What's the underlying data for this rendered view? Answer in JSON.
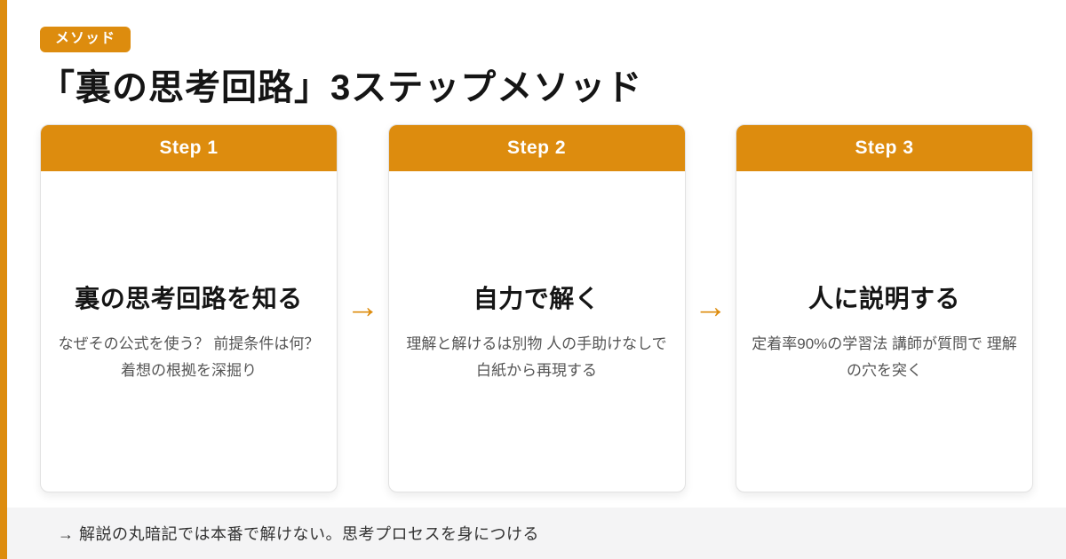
{
  "colors": {
    "accent": "#dd8c0e",
    "footer_band": "#f4f4f5",
    "heading_text": "#151515",
    "description_text": "#555555"
  },
  "badge": {
    "label": "メソッド"
  },
  "title": "「裏の思考回路」3ステップメソッド",
  "steps": [
    {
      "header": "Step 1",
      "title": "裏の思考回路を知る",
      "description": "なぜその公式を使う？ 前提条件は何？ 着想の根拠を深掘り"
    },
    {
      "header": "Step 2",
      "title": "自力で解く",
      "description": "理解と解けるは別物 人の手助けなしで 白紙から再現する"
    },
    {
      "header": "Step 3",
      "title": "人に説明する",
      "description": "定着率90%の学習法 講師が質問で 理解の穴を突く"
    }
  ],
  "arrow_glyph": "→",
  "footer": {
    "text": "→ 解説の丸暗記では本番で解けない。思考プロセスを身につける"
  }
}
